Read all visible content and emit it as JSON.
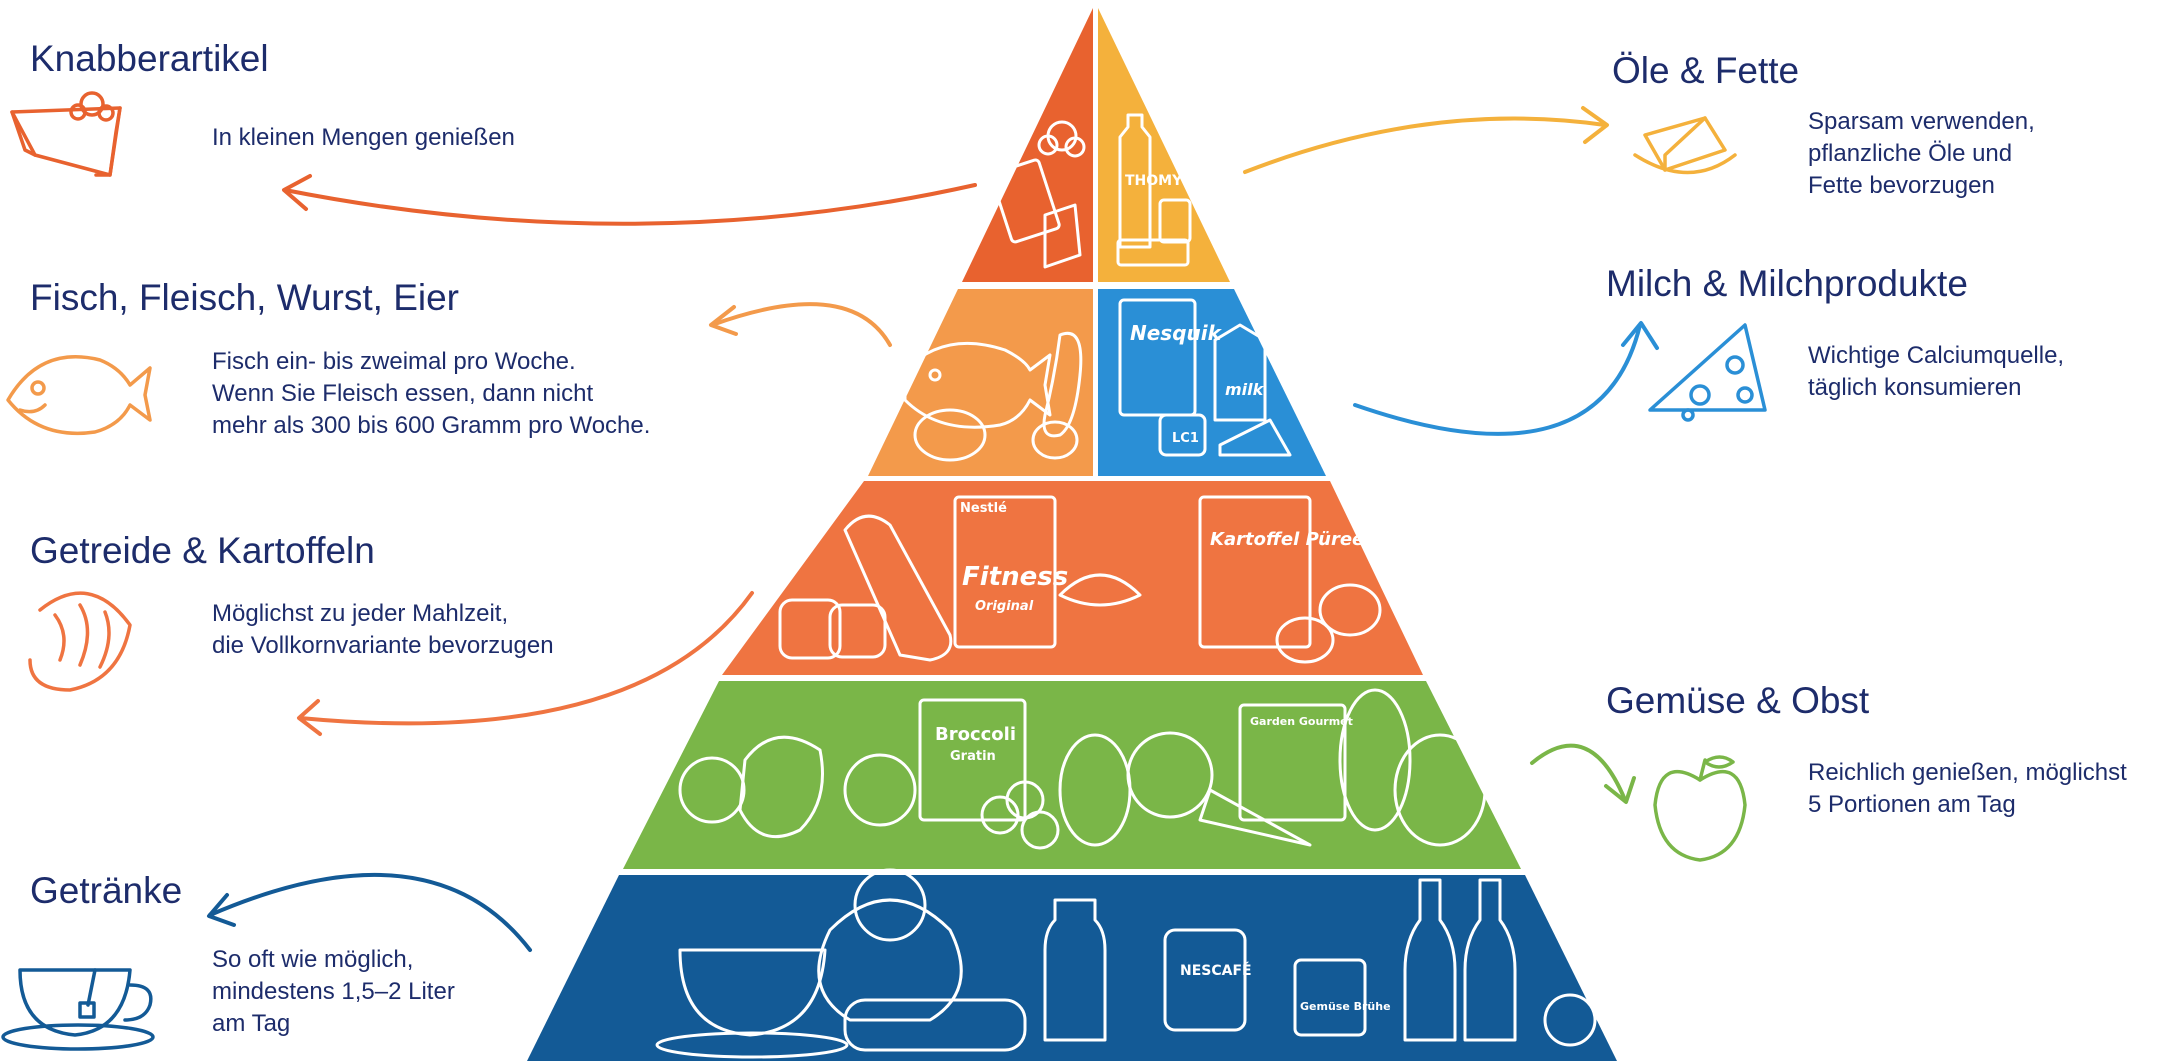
{
  "groups": {
    "knabber": {
      "title": "Knabberartikel",
      "desc": "In kleinen Mengen genießen"
    },
    "oele": {
      "title": "Öle & Fette",
      "desc": "Sparsam verwenden,\npflanzliche Öle und\nFette bevorzugen"
    },
    "fleisch": {
      "title": "Fisch, Fleisch, Wurst, Eier",
      "desc": "Fisch ein- bis zweimal pro Woche.\nWenn Sie Fleisch essen, dann nicht\nmehr als 300 bis 600 Gramm pro Woche."
    },
    "milch": {
      "title": "Milch & Milchprodukte",
      "desc": "Wichtige Calciumquelle,\ntäglich konsumieren"
    },
    "getreide": {
      "title": "Getreide & Kartoffeln",
      "desc": "Möglichst zu jeder Mahlzeit,\ndie Vollkornvariante bevorzugen"
    },
    "gemuese": {
      "title": "Gemüse & Obst",
      "desc": "Reichlich genießen, möglichst\n5 Portionen am Tag"
    },
    "getraenke": {
      "title": "Getränke",
      "desc": "So oft wie möglich,\nmindestens 1,5–2 Liter\nam Tag"
    }
  },
  "product_labels": {
    "thomy": "THOMY",
    "nesquik": "Nesquik",
    "milk": "milk",
    "lc1": "LC1",
    "nestle": "Nestlé",
    "fitness": "Fitness",
    "fitness_sub": "Original",
    "kartoffel": "Kartoffel Püree",
    "broccoli": "Broccoli",
    "broccoli_sub": "Gratin",
    "garden": "Garden Gourmet",
    "nescafe": "NESCAFÉ",
    "gemuese_bruehe": "Gemüse Brühe"
  },
  "colors": {
    "knabber": "#e8622f",
    "oele": "#f4b13c",
    "fleisch": "#f39a4b",
    "milch": "#2a8fd6",
    "getreide": "#ef7441",
    "gemuese": "#7ab648",
    "getraenke": "#135a96",
    "text": "#1d2c6b"
  },
  "icons": [
    "cake-icon",
    "butter-icon",
    "fish-icon",
    "cheese-icon",
    "croissant-icon",
    "apple-icon",
    "tea-cup-icon"
  ]
}
